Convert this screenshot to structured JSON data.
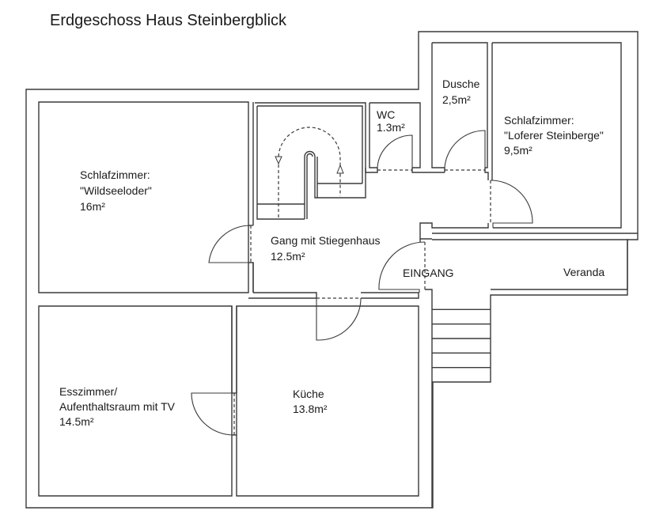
{
  "title": "Erdgeschoss Haus Steinbergblick",
  "rooms": {
    "schlafzimmer_wildseeloder": {
      "line1": "Schlafzimmer:",
      "line2": "\"Wildseeloder\"",
      "area": "16m²"
    },
    "gang": {
      "line1": "Gang mit Stiegenhaus",
      "area": "12.5m²"
    },
    "wc": {
      "line1": "WC",
      "area": "1.3m²"
    },
    "dusche": {
      "line1": "Dusche",
      "area": "2,5m²"
    },
    "schlafzimmer_loferer": {
      "line1": "Schlafzimmer:",
      "line2": "\"Loferer Steinberge\"",
      "area": "9,5m²"
    },
    "eingang": {
      "label": "EINGANG"
    },
    "veranda": {
      "label": "Veranda"
    },
    "esszimmer": {
      "line1": "Esszimmer/",
      "line2": "Aufenthaltsraum mit TV",
      "area": "14.5m²"
    },
    "kueche": {
      "line1": "Küche",
      "area": "13.8m²"
    }
  },
  "exterior_stairs": {
    "steps": 6
  }
}
